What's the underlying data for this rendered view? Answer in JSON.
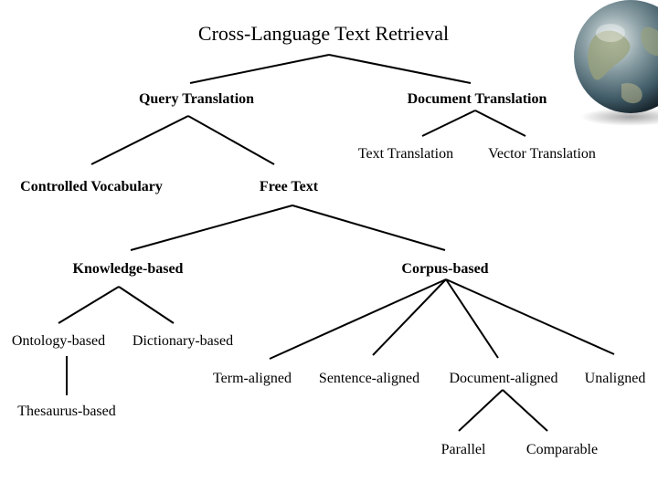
{
  "title": "Cross-Language Text Retrieval",
  "nodes": {
    "query_translation": "Query Translation",
    "document_translation": "Document Translation",
    "text_translation": "Text Translation",
    "vector_translation": "Vector Translation",
    "controlled_vocabulary": "Controlled Vocabulary",
    "free_text": "Free Text",
    "knowledge_based": "Knowledge-based",
    "corpus_based": "Corpus-based",
    "ontology_based": "Ontology-based",
    "dictionary_based": "Dictionary-based",
    "thesaurus_based": "Thesaurus-based",
    "term_aligned": "Term-aligned",
    "sentence_aligned": "Sentence-aligned",
    "document_aligned": "Document-aligned",
    "unaligned": "Unaligned",
    "parallel": "Parallel",
    "comparable": "Comparable"
  },
  "edges": [
    [
      "title",
      "query_translation"
    ],
    [
      "title",
      "document_translation"
    ],
    [
      "document_translation",
      "text_translation"
    ],
    [
      "document_translation",
      "vector_translation"
    ],
    [
      "query_translation",
      "controlled_vocabulary"
    ],
    [
      "query_translation",
      "free_text"
    ],
    [
      "free_text",
      "knowledge_based"
    ],
    [
      "free_text",
      "corpus_based"
    ],
    [
      "knowledge_based",
      "ontology_based"
    ],
    [
      "knowledge_based",
      "dictionary_based"
    ],
    [
      "ontology_based",
      "thesaurus_based"
    ],
    [
      "corpus_based",
      "term_aligned"
    ],
    [
      "corpus_based",
      "sentence_aligned"
    ],
    [
      "corpus_based",
      "document_aligned"
    ],
    [
      "corpus_based",
      "unaligned"
    ],
    [
      "document_aligned",
      "parallel"
    ],
    [
      "document_aligned",
      "comparable"
    ]
  ],
  "colors": {
    "text": "#000000",
    "line": "#000000",
    "globe_ocean": "#3f5a66",
    "globe_land": "#9aa27a"
  },
  "decoration": "globe-icon"
}
